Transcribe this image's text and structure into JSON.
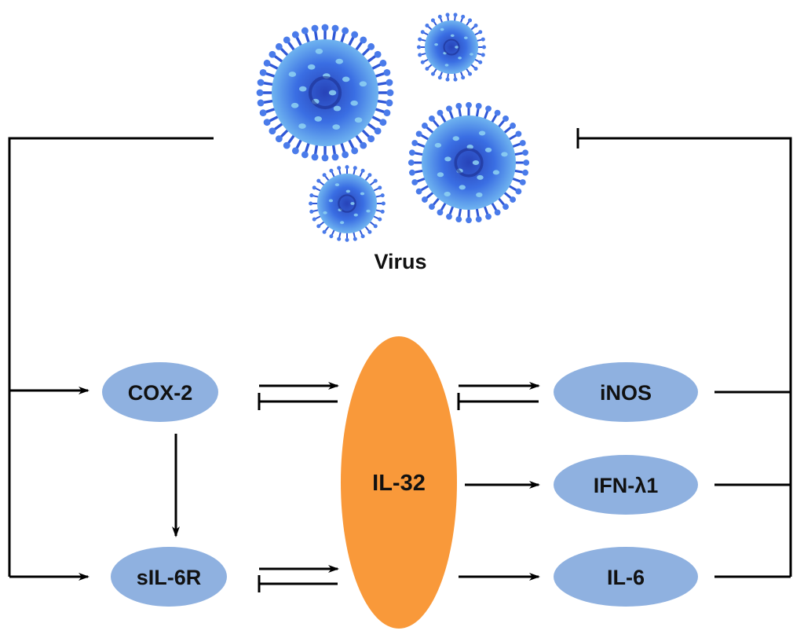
{
  "colors": {
    "node_blue": "#8fb1e0",
    "node_orange": "#f9993a",
    "virus_blue": "#2f57d6",
    "virus_light": "#8fd2f2",
    "line": "#000000"
  },
  "virus": {
    "label": "Virus"
  },
  "nodes": {
    "cox2": "COX-2",
    "sil6r": "sIL-6R",
    "il32": "IL-32",
    "inos": "iNOS",
    "ifn": "IFN-λ1",
    "il6": "IL-6"
  }
}
